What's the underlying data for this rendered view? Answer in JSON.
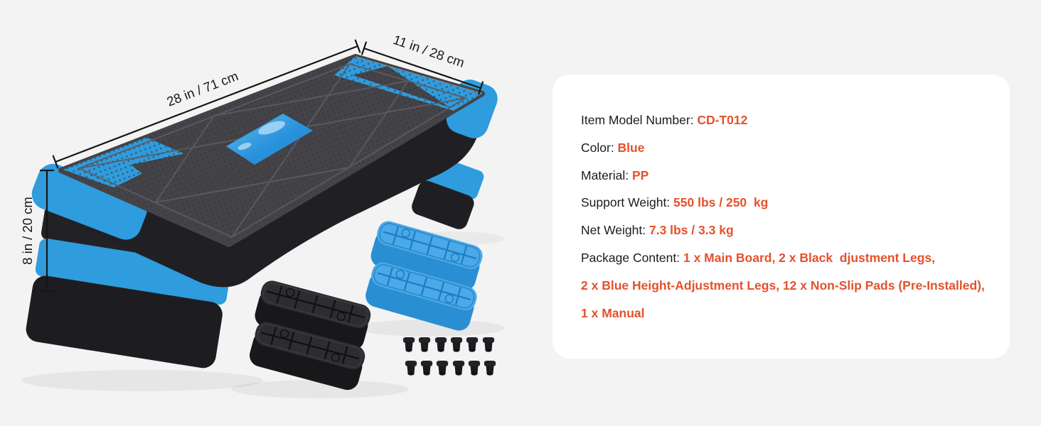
{
  "page": {
    "background_color": "#f3f3f4"
  },
  "product_image": {
    "description": "Blue and black adjustable aerobic step platform with two blue riser legs, two black riser legs and twelve non-slip pads",
    "colors": {
      "blue": "#2f9cdd",
      "black": "#1f1f23",
      "deck_gray": "#434348"
    },
    "dimension_labels": {
      "length": "28 in / 71 cm",
      "width": "11 in / 28 cm",
      "height": "8 in / 20 cm"
    }
  },
  "specs_card": {
    "background_color": "#ffffff",
    "text_color": "#1c1c1c",
    "accent_color": "#e5512c",
    "rows": [
      {
        "label": "Item Model Number: ",
        "value": "CD-T012"
      },
      {
        "label": "Color: ",
        "value": "Blue"
      },
      {
        "label": "Material: ",
        "value": "PP"
      },
      {
        "label": "Support Weight: ",
        "value": "550 lbs / 250  kg"
      },
      {
        "label": "Net Weight: ",
        "value": "7.3 lbs / 3.3 kg"
      },
      {
        "label": "Package Content: ",
        "value": "1 x Main Board, 2 x Black  djustment Legs,"
      },
      {
        "label": "",
        "value": "2 x Blue Height-Adjustment Legs, 12 x Non-Slip Pads (Pre-Installed),"
      },
      {
        "label": "",
        "value": "1 x Manual"
      }
    ]
  }
}
